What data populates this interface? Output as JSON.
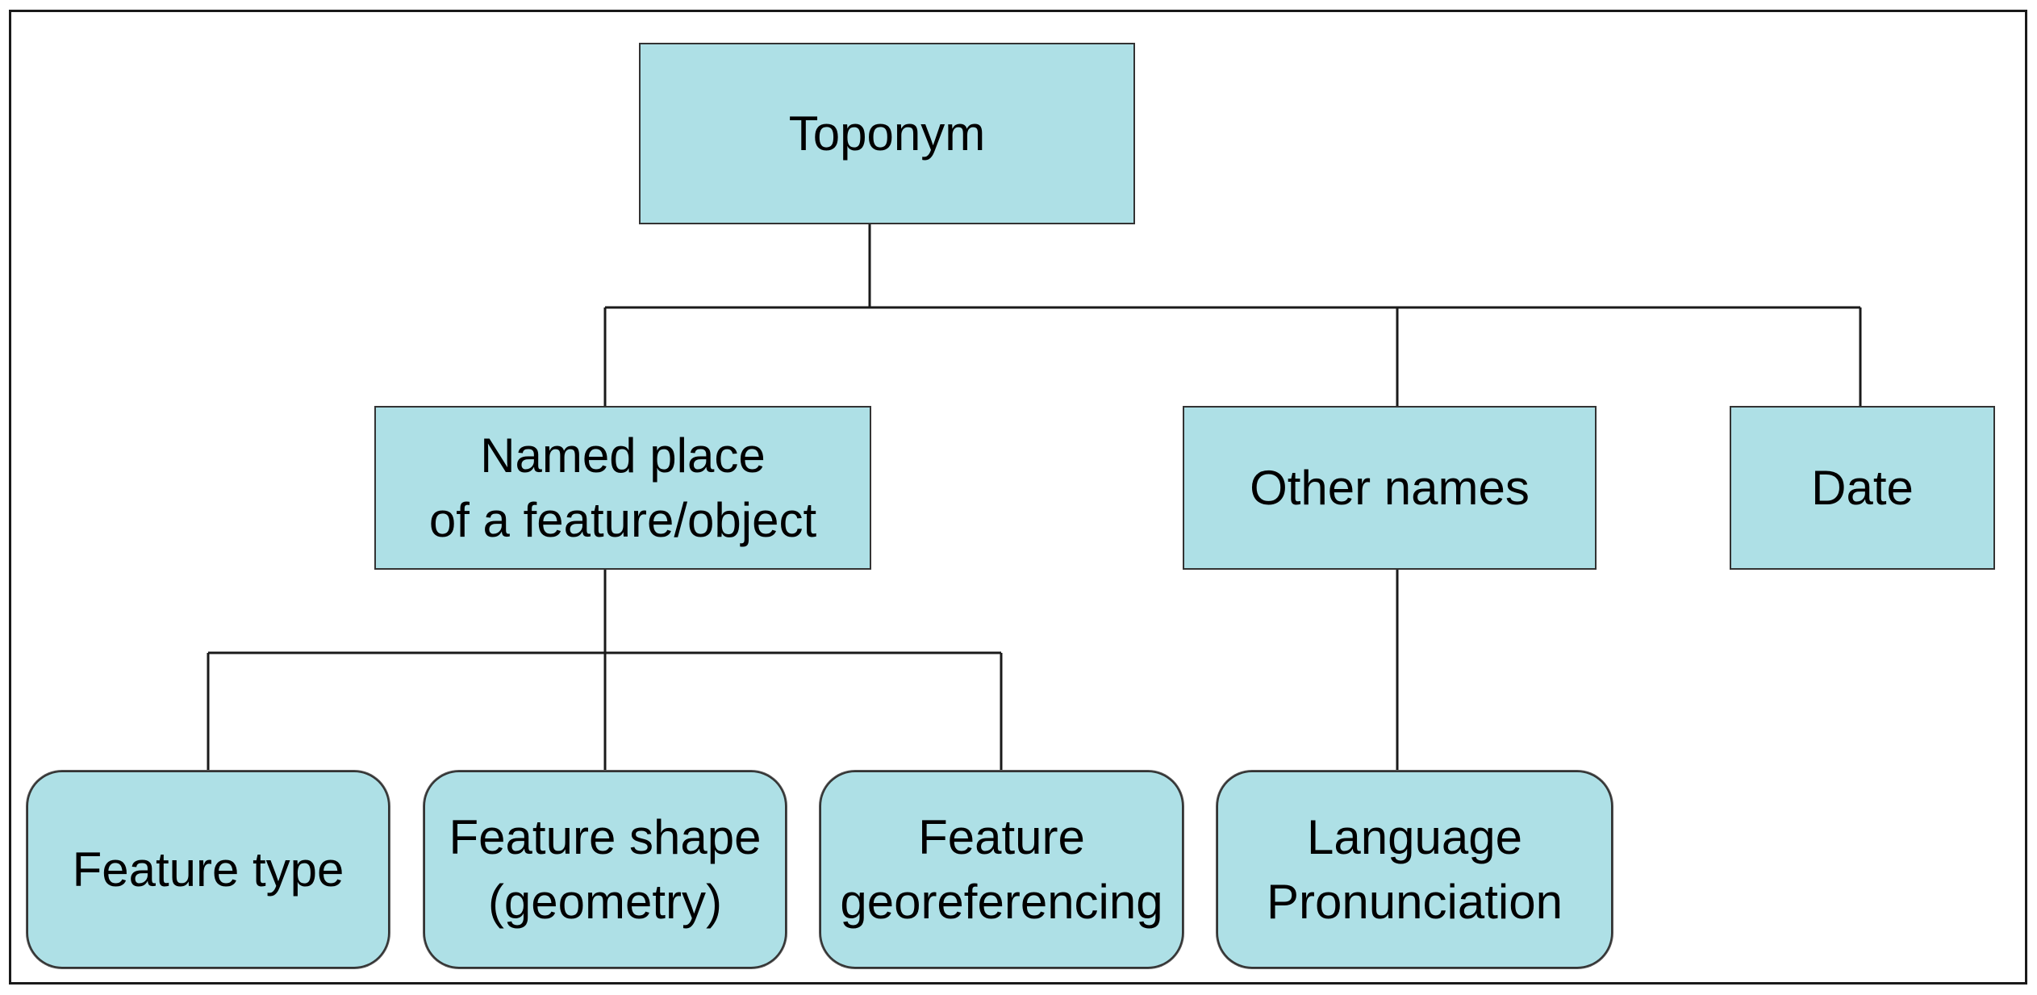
{
  "diagram": {
    "root": {
      "label": "Toponym"
    },
    "level1": [
      {
        "label": "Named place\nof a feature/object"
      },
      {
        "label": "Other names"
      },
      {
        "label": "Date"
      }
    ],
    "level2": [
      {
        "label": "Feature type"
      },
      {
        "label": "Feature shape\n(geometry)"
      },
      {
        "label": "Feature\ngeoreferencing"
      },
      {
        "label": "Language\nPronunciation"
      }
    ],
    "colors": {
      "node_fill": "#aee0e6",
      "node_border": "#333333",
      "connector": "#1a1a1a",
      "frame": "#1a1a1a"
    }
  }
}
